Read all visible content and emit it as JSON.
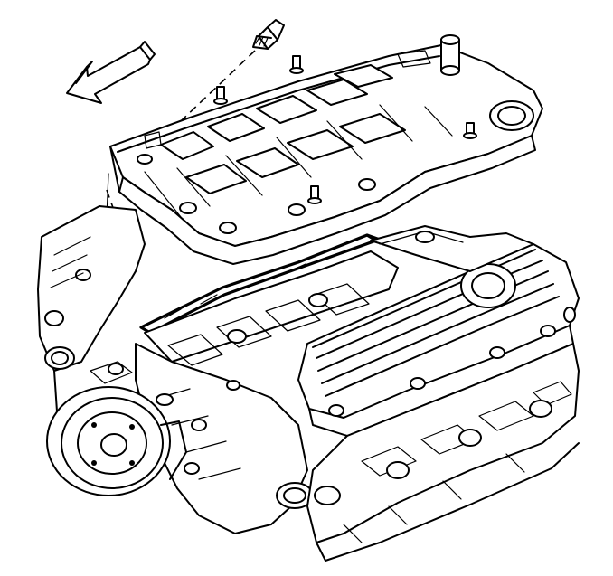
{
  "diagram": {
    "kind": "technical line illustration",
    "subject": "engine-intake-manifold-removal",
    "colors": {
      "line": "#000000",
      "background": "#ffffff"
    },
    "components": [
      {
        "id": "direction-arrow",
        "icon": "arrow-left-icon"
      },
      {
        "id": "manifold-bolt",
        "icon": "bolt-icon"
      },
      {
        "id": "intake-manifold"
      },
      {
        "id": "manifold-gasket"
      },
      {
        "id": "left-valve-cover"
      },
      {
        "id": "right-valve-cover"
      },
      {
        "id": "crankshaft-pulley"
      },
      {
        "id": "engine-block"
      }
    ]
  }
}
